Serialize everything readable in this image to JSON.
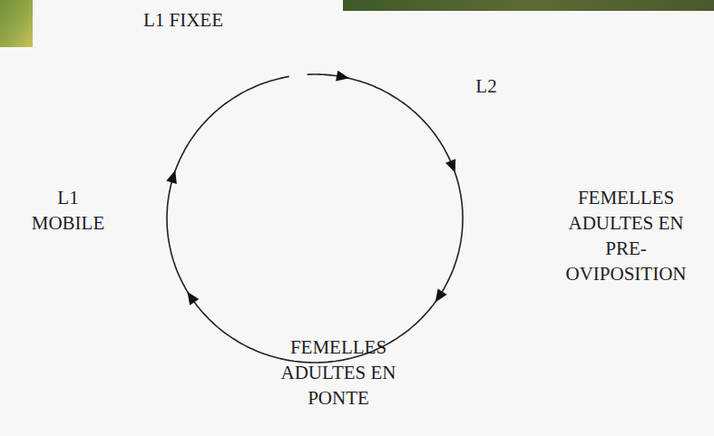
{
  "diagram": {
    "labels": [
      "L1 FIXEE",
      "L2",
      "L1 MOBILE",
      "FEMELLES ADULTES EN PRE- OVIPOSITION",
      "FEMELLES ADULTES EN PONTE"
    ]
  }
}
